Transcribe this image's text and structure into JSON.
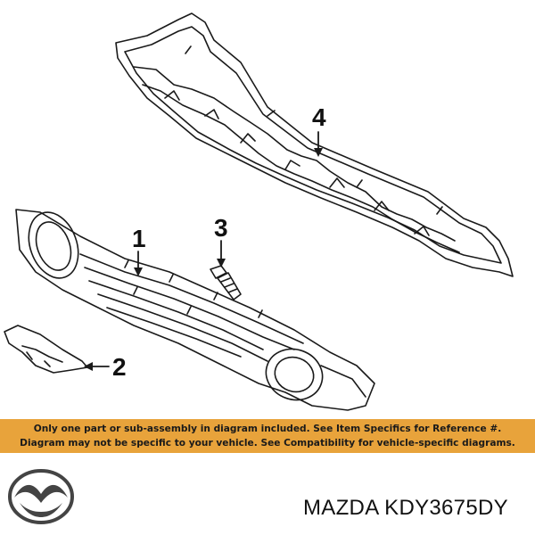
{
  "callouts": [
    {
      "id": "1",
      "label": "1"
    },
    {
      "id": "2",
      "label": "2"
    },
    {
      "id": "3",
      "label": "3"
    },
    {
      "id": "4",
      "label": "4"
    }
  ],
  "banner": {
    "line1": "Only one part or sub-assembly in diagram included. See Item Specifics for Reference #.",
    "line2": "Diagram may not be specific to your vehicle. See Compatibility for vehicle-specific diagrams.",
    "color": "#e8a33b"
  },
  "footer": {
    "part_label": "MAZDA KDY3675DY",
    "logo": "mazda-logo-icon"
  }
}
